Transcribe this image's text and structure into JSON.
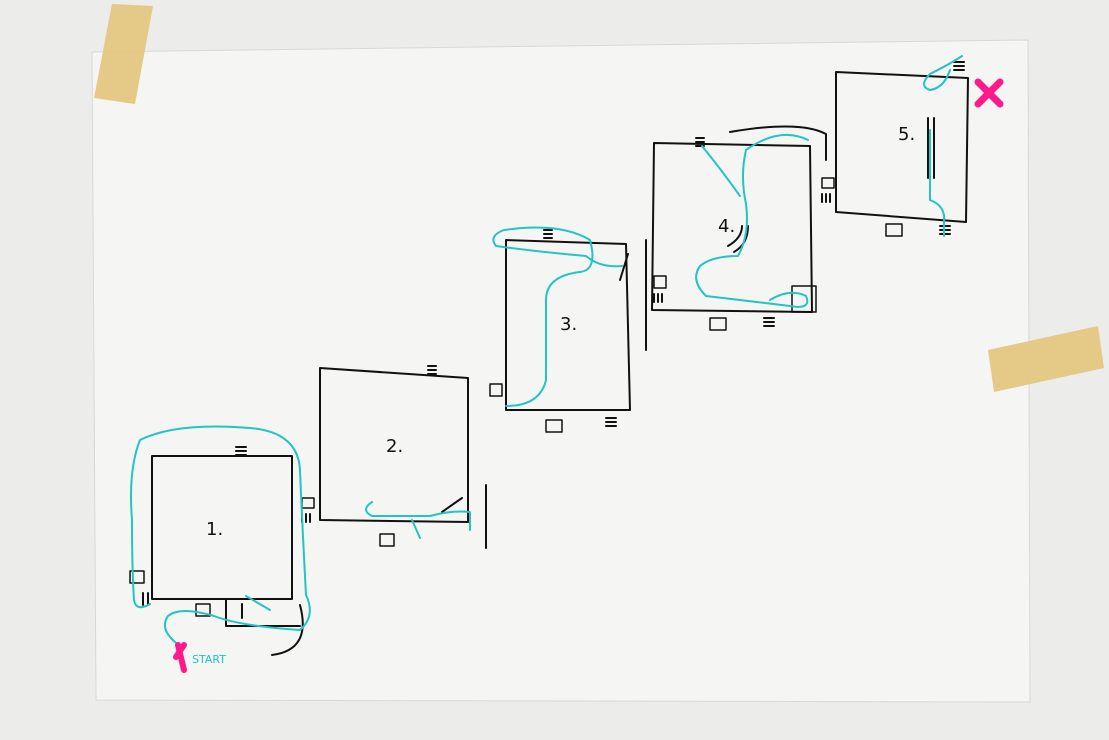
{
  "rooms": [
    {
      "number": "1."
    },
    {
      "number": "2."
    },
    {
      "number": "3."
    },
    {
      "number": "4."
    },
    {
      "number": "5."
    }
  ],
  "start_label": "START",
  "colors": {
    "ink": "#111111",
    "path": "#22c4c4",
    "marker": "#ff1a8c",
    "tape": "#e2c57a",
    "paper": "#f4f4f2",
    "wall": "#ececea"
  }
}
